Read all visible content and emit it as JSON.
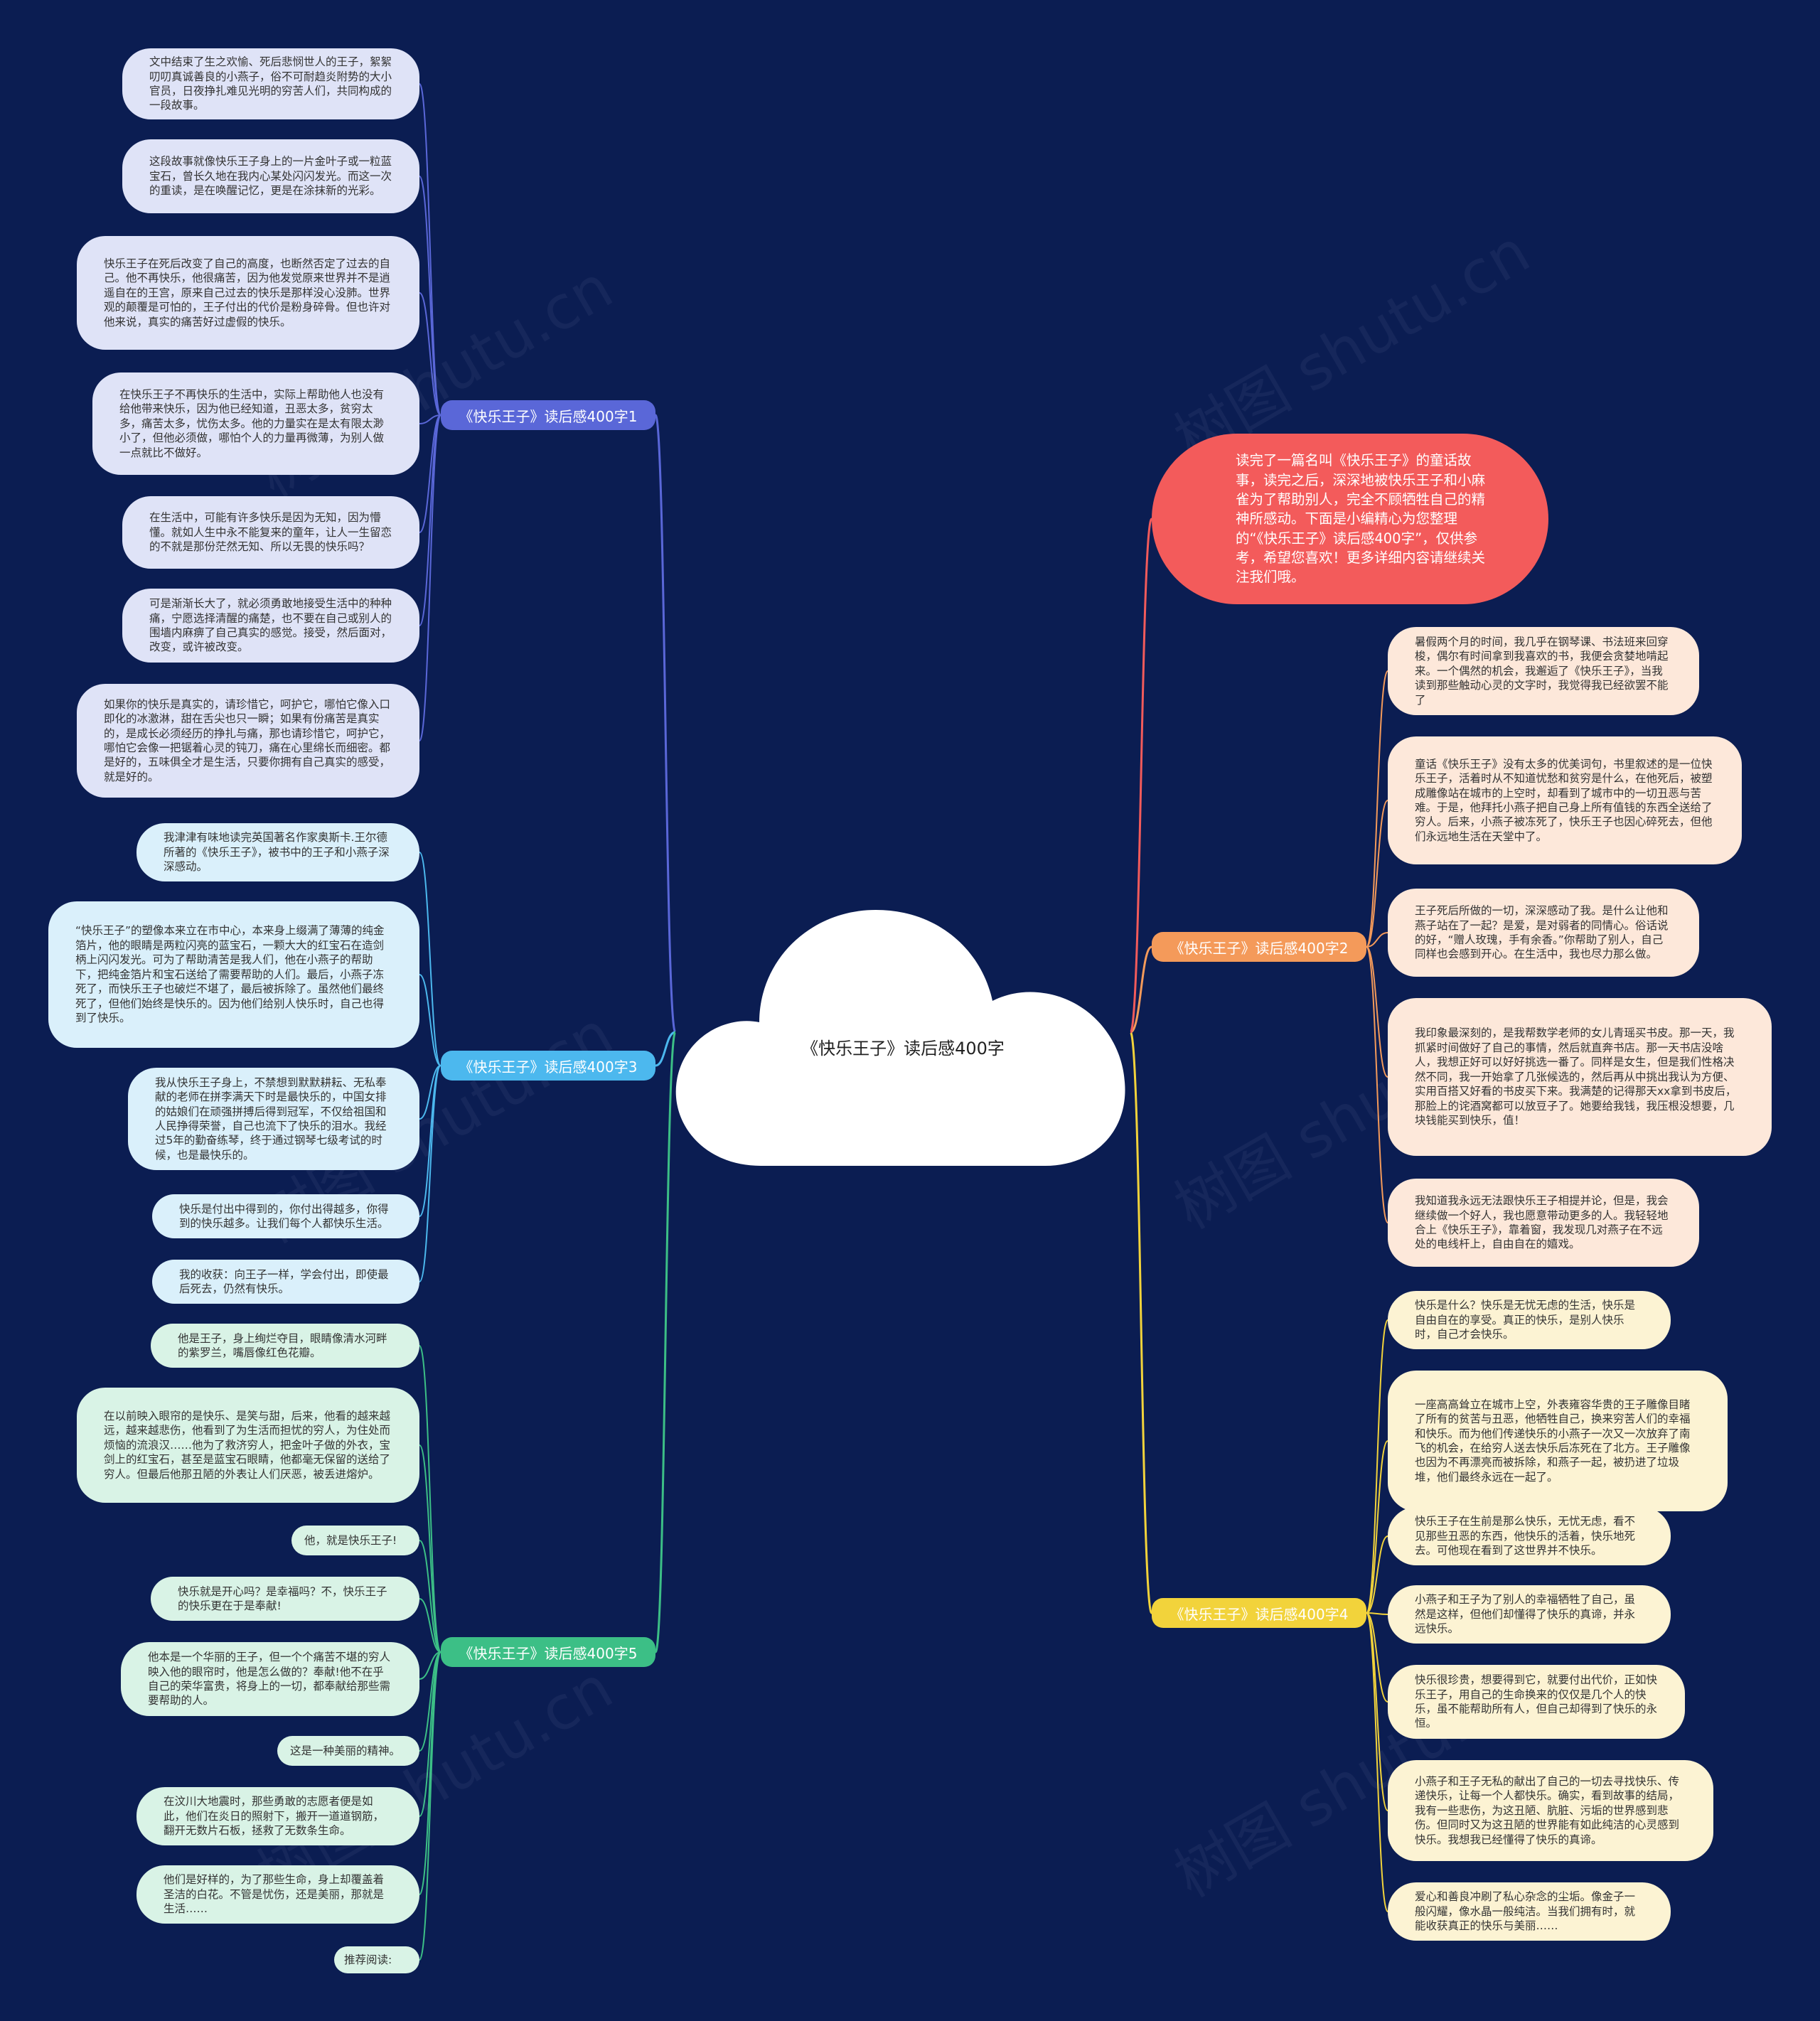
{
  "center": {
    "title": "《快乐王子》读后感400字"
  },
  "intro": {
    "text": "读完了一篇名叫《快乐王子》的童话故事，读完之后，深深地被快乐王子和小麻雀为了帮助别人，完全不顾牺牲自己的精神所感动。下面是小编精心为您整理的“《快乐王子》读后感400字”，仅供参考，希望您喜欢！更多详细内容请继续关注我们哦。"
  },
  "colors": {
    "background": "#0b1d52",
    "center": "#ffffff",
    "intro": "#f35b5b",
    "b1": "#5a67d8",
    "b2": "#f49a5a",
    "b3": "#4cb8ee",
    "b4": "#f2d33b",
    "b5": "#3cbf86"
  },
  "branches": {
    "b1": {
      "label": "《快乐王子》读后感400字1",
      "leaves": [
        "文中结束了生之欢愉、死后悲悯世人的王子，絮絮叨叨真诚善良的小燕子，俗不可耐趋炎附势的大小官员，日夜挣扎难见光明的穷苦人们，共同构成的一段故事。",
        "这段故事就像快乐王子身上的一片金叶子或一粒蓝宝石，曾长久地在我内心某处闪闪发光。而这一次的重读，是在唤醒记忆，更是在涂抹新的光彩。",
        "快乐王子在死后改变了自己的高度，也断然否定了过去的自己。他不再快乐，他很痛苦，因为他发觉原来世界并不是逍遥自在的王宫，原来自己过去的快乐是那样没心没肺。世界观的颠覆是可怕的，王子付出的代价是粉身碎骨。但也许对他来说，真实的痛苦好过虚假的快乐。",
        "在快乐王子不再快乐的生活中，实际上帮助他人也没有给他带来快乐，因为他已经知道，丑恶太多，贫穷太多，痛苦太多，忧伤太多。他的力量实在是太有限太渺小了，但他必须做，哪怕个人的力量再微薄，为别人做一点就比不做好。",
        "在生活中，可能有许多快乐是因为无知，因为懵懂。就如人生中永不能复来的童年，让人一生留恋的不就是那份茫然无知、所以无畏的快乐吗？",
        "可是渐渐长大了，就必须勇敢地接受生活中的种种痛，宁愿选择清醒的痛楚，也不要在自己或别人的围墙内麻痹了自己真实的感觉。接受，然后面对，改变，或许被改变。",
        "如果你的快乐是真实的，请珍惜它，呵护它，哪怕它像入口即化的冰激淋，甜在舌尖也只一瞬；如果有份痛苦是真实的，是成长必须经历的挣扎与痛，那也请珍惜它，呵护它，哪怕它会像一把锯着心灵的钝刀，痛在心里绵长而细密。都是好的，五味俱全才是生活，只要你拥有自己真实的感受，就是好的。"
      ]
    },
    "b2": {
      "label": "《快乐王子》读后感400字2",
      "leaves": [
        "暑假两个月的时间，我几乎在钢琴课、书法班来回穿梭，偶尔有时间拿到我喜欢的书，我便会贪婪地啃起来。一个偶然的机会，我邂逅了《快乐王子》，当我读到那些触动心灵的文字时，我觉得我已经欲罢不能了",
        "童话《快乐王子》没有太多的优美词句，书里叙述的是一位快乐王子，活着时从不知道忧愁和贫穷是什么，在他死后，被塑成雕像站在城市的上空时，却看到了城市中的一切丑恶与苦难。于是，他拜托小燕子把自己身上所有值钱的东西全送给了穷人。后来，小燕子被冻死了，快乐王子也因心碎死去，但他们永远地生活在天堂中了。",
        "王子死后所做的一切，深深感动了我。是什么让他和燕子站在了一起？是爱，是对弱者的同情心。俗话说的好，“赠人玫瑰，手有余香。”你帮助了别人，自己同样也会感到开心。在生活中，我也尽力那么做。",
        "我印象最深刻的，是我帮数学老师的女儿青瑶买书皮。那一天，我抓紧时间做好了自己的事情，然后就直奔书店。那一天书店没啥人，我想正好可以好好挑选一番了。同样是女生，但是我们性格决然不同，我一开始拿了几张候选的，然后再从中挑出我认为方便、实用百搭又好看的书皮买下来。我满楚的记得那天xx拿到书皮后，那脸上的诧酒窝都可以放豆子了。她要给我钱，我压根没想要，几块钱能买到快乐，值！",
        "我知道我永远无法跟快乐王子相提并论，但是，我会继续做一个好人，我也愿意带动更多的人。我轻轻地合上《快乐王子》，靠着窗，我发现几对燕子在不远处的电线杆上，自由自在的嬉戏。"
      ]
    },
    "b3": {
      "label": "《快乐王子》读后感400字3",
      "leaves": [
        "我津津有味地读完英国著名作家奥斯卡.王尔德所著的《快乐王子》，被书中的王子和小燕子深深感动。",
        "“快乐王子”的塑像本来立在市中心，本来身上缀满了薄薄的纯金箔片，他的眼睛是两粒闪亮的蓝宝石，一颗大大的红宝石在造剑柄上闪闪发光。可为了帮助清苦是我人们，他在小燕子的帮助下，把纯金箔片和宝石送给了需要帮助的人们。最后，小燕子冻死了，而快乐王子也破烂不堪了，最后被拆除了。虽然他们最终死了，但他们始终是快乐的。因为他们给别人快乐时，自己也得到了快乐。",
        "我从快乐王子身上，不禁想到默默耕耘、无私奉献的老师在拼李满天下时是最快乐的，中国女排的姑娘们在顽强拼搏后得到冠军，不仅给祖国和人民挣得荣誉，自己也流下了快乐的泪水。我经过5年的勤奋练琴，终于通过钢琴七级考试的时候，也是最快乐的。",
        "快乐是付出中得到的，你付出得越多，你得到的快乐越多。让我们每个人都快乐生活。",
        "我的收获：向王子一样，学会付出，即使最后死去，仍然有快乐。"
      ]
    },
    "b4": {
      "label": "《快乐王子》读后感400字4",
      "leaves": [
        "快乐是什么？快乐是无忧无虑的生活，快乐是自由自在的享受。真正的快乐，是别人快乐时，自己才会快乐。",
        "一座高高耸立在城市上空，外表雍容华贵的王子雕像目睹了所有的贫苦与丑恶，他牺牲自己，换来穷苦人们的幸福和快乐。而为他们传递快乐的小燕子一次又一次放弃了南飞的机会，在给穷人送去快乐后冻死在了北方。王子雕像也因为不再漂亮而被拆除，和燕子一起，被扔进了垃圾堆，他们最终永远在一起了。",
        "快乐王子在生前是那么快乐，无忧无虑，看不见那些丑恶的东西，他快乐的活着，快乐地死去。可他现在看到了这世界并不快乐。",
        "小燕子和王子为了别人的幸福牺牲了自己，虽然是这样，但他们却懂得了快乐的真谛，并永远快乐。",
        "快乐很珍贵，想要得到它，就要付出代价，正如快乐王子，用自己的生命换来的仅仅是几个人的快乐，虽不能帮助所有人，但自己却得到了快乐的永恒。",
        "小燕子和王子无私的献出了自己的一切去寻找快乐、传递快乐，让每一个人都快乐。确实，看到故事的结局，我有一些悲伤，为这丑陋、肮脏、污垢的世界感到悲伤。但同时又为这丑陋的世界能有如此纯洁的心灵感到快乐。我想我已经懂得了快乐的真谛。",
        "爱心和善良冲刷了私心杂念的尘垢。像金子一般闪耀，像水晶一般纯洁。当我们拥有时，就能收获真正的快乐与美丽……"
      ]
    },
    "b5": {
      "label": "《快乐王子》读后感400字5",
      "leaves": [
        "他是王子，身上绚烂夺目，眼睛像清水河畔的紫罗兰，嘴唇像红色花瓣。",
        "在以前映入眼帘的是快乐、是笑与甜，后来，他看的越来越远，越来越悲伤，他看到了为生活而担忧的穷人，为住处而烦恼的流浪汉……他为了救济穷人，把金叶子做的外衣，宝剑上的红宝石，甚至是蓝宝石眼睛，他都毫无保留的送给了穷人。但最后他那丑陋的外表让人们厌恶，被丢进熔炉。",
        "他，就是快乐王子!",
        "快乐就是开心吗？是幸福吗？不，快乐王子的快乐更在于是奉献!",
        "他本是一个华丽的王子，但一个个痛苦不堪的穷人映入他的眼帘时，他是怎么做的？奉献!他不在乎自己的荣华富贵，将身上的一切，都奉献给那些需要帮助的人。",
        "这是一种美丽的精神。",
        "在汶川大地震时，那些勇敢的志愿者便是如此，他们在炎日的照射下，搬开一道道钢筋，翻开无数片石板，拯救了无数条生命。",
        "他们是好样的，为了那些生命，身上却覆盖着圣洁的白花。不管是忧伤，还是美丽，那就是生活……",
        "推荐阅读:"
      ]
    }
  },
  "watermark": {
    "text": "树图 shutu.cn"
  }
}
